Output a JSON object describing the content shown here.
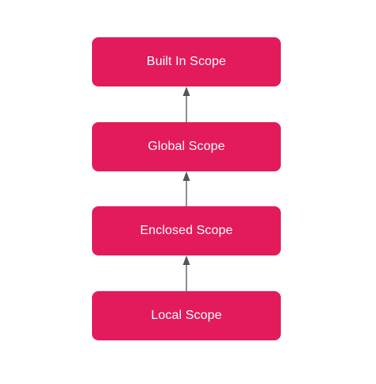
{
  "diagram": {
    "nodes": [
      {
        "id": "built-in",
        "label": "Built In Scope"
      },
      {
        "id": "global",
        "label": "Global Scope"
      },
      {
        "id": "enclosed",
        "label": "Enclosed Scope"
      },
      {
        "id": "local",
        "label": "Local Scope"
      }
    ],
    "edges": [
      {
        "from": "local",
        "to": "enclosed"
      },
      {
        "from": "enclosed",
        "to": "global"
      },
      {
        "from": "global",
        "to": "built-in"
      }
    ]
  },
  "colors": {
    "box_fill": "#E31B5A",
    "box_text": "#FFFFFF",
    "arrow": "#555555",
    "background": "#FFFFFF"
  }
}
